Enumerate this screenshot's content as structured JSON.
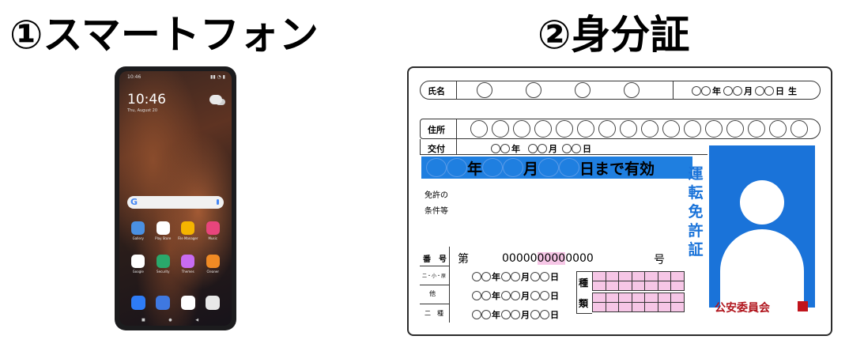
{
  "headings": {
    "smartphone": "①スマートフォン",
    "id_card": "②身分証"
  },
  "phone": {
    "status_time": "10:46",
    "status_icons": "▮▮ ◔ ▮",
    "clock": "10:46",
    "date": "Thu, August 20",
    "search_logo": "G",
    "apps_row1": [
      {
        "label": "Gallery",
        "color": "#4a90e2",
        "icon": "gallery-icon"
      },
      {
        "label": "Play Store",
        "color": "#ffffff",
        "icon": "play-store-icon"
      },
      {
        "label": "File Manager",
        "color": "#f5b400",
        "icon": "file-manager-icon"
      },
      {
        "label": "Music",
        "color": "#e8457c",
        "icon": "music-icon"
      }
    ],
    "apps_row2": [
      {
        "label": "Google",
        "color": "#ffffff",
        "icon": "google-folder-icon"
      },
      {
        "label": "Security",
        "color": "#2aa86b",
        "icon": "security-icon"
      },
      {
        "label": "Themes",
        "color": "#c86bf0",
        "icon": "themes-icon"
      },
      {
        "label": "Cleaner",
        "color": "#f08a24",
        "icon": "cleaner-icon"
      }
    ],
    "dock": [
      {
        "color": "#2e7cf6",
        "icon": "phone-icon"
      },
      {
        "color": "#3f78e0",
        "icon": "messages-icon"
      },
      {
        "color": "#ffffff",
        "icon": "chrome-icon"
      },
      {
        "color": "#e8e8e8",
        "icon": "camera-icon"
      }
    ],
    "nav": "■ ● ◀"
  },
  "license": {
    "name_label": "氏名",
    "birth_year": "年",
    "birth_month": "月",
    "birth_day": "日",
    "birth_suffix": "生",
    "address_label": "住所",
    "issue_label": "交付",
    "issue_year": "年",
    "issue_month": "月",
    "issue_day": "日",
    "expiry_year": "年",
    "expiry_month": "月",
    "expiry_suffix": "日まで有効",
    "conditions_label_1": "免許の",
    "conditions_label_2": "条件等",
    "vertical_title": "運転免許証",
    "number_label": "番　号",
    "number_prefix": "第",
    "number_part1": "00000",
    "number_part2": "0000",
    "number_part3": "0000",
    "number_suffix": "号",
    "class_label_1": "二・小・原",
    "class_label_2": "他",
    "class_label_3": "二　種",
    "year": "年",
    "month": "月",
    "day": "日",
    "type_label_1": "種",
    "type_label_2": "類",
    "seal_text": "公安委員会",
    "accent_color": "#1f7fe0",
    "seal_color": "#c0141c"
  }
}
